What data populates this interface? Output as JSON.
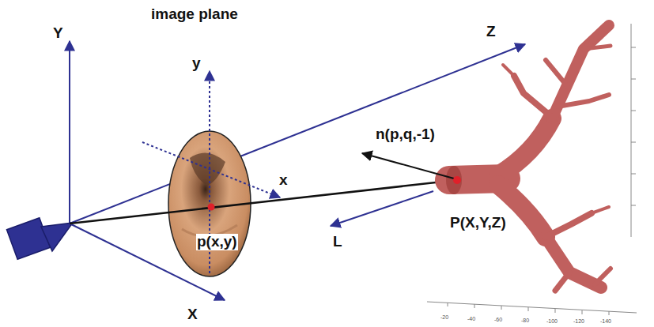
{
  "diagram": {
    "labels": [
      "image plane",
      "Y",
      "Z",
      "X",
      "y",
      "x",
      "p(x,y)",
      "n(p,q,-1)",
      "L",
      "P(X,Y,Z)",
      "-20",
      "-40",
      "-60",
      "-80",
      "-100",
      "-120",
      "-140"
    ]
  }
}
